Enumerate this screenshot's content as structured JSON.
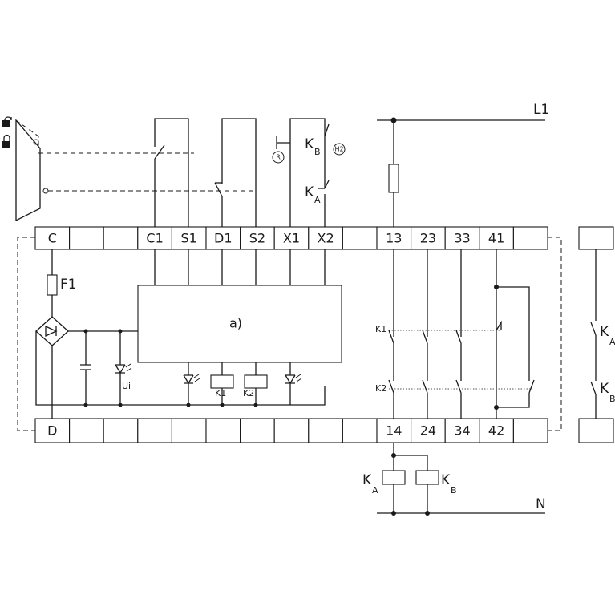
{
  "top_terminals": [
    "C",
    "",
    "",
    "C1",
    "S1",
    "D1",
    "S2",
    "X1",
    "X2",
    "",
    "13",
    "23",
    "33",
    "41",
    ""
  ],
  "bottom_terminals": [
    "D",
    "",
    "",
    "",
    "",
    "",
    "",
    "",
    "",
    "",
    "14",
    "24",
    "34",
    "42",
    ""
  ],
  "labels": {
    "fuse": "F1",
    "logic_block": "a)",
    "ui": "Ui",
    "k1_coil": "K1",
    "k2_coil": "K2",
    "k1_row": "K1",
    "k2_row": "K2",
    "line": "L1",
    "neutral": "N",
    "reset": "R",
    "lamp": "H2",
    "k": "K",
    "sub_a": "A",
    "sub_b": "B"
  }
}
